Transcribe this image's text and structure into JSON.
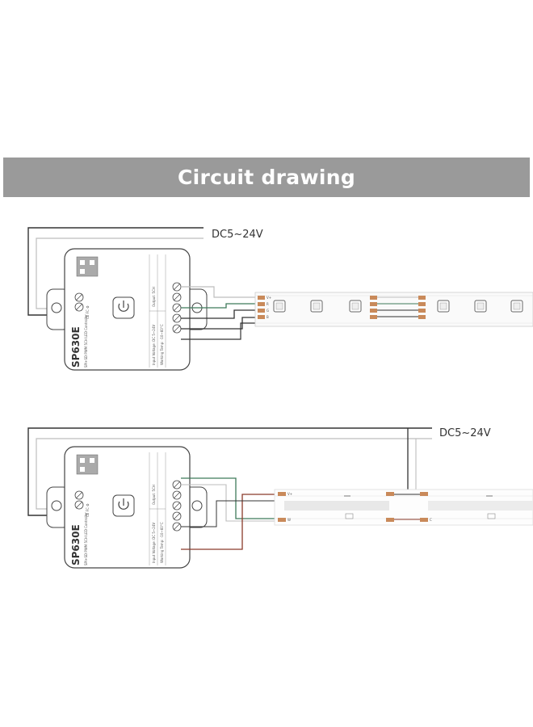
{
  "header": {
    "title": "Circuit drawing"
  },
  "diagrams": [
    {
      "voltage_label": "DC5~24V",
      "model_label": "SP630E",
      "spec_lines": [
        "Input Voltage: DC 5~24V",
        "Output: 5CH",
        "Working Temp: -10~60°C"
      ],
      "terminal_labels": [
        "V+",
        "R",
        "G",
        "B"
      ]
    },
    {
      "voltage_label": "DC5~24V",
      "model_label": "SP630E",
      "spec_lines": [
        "Input Voltage: DC 5~24V",
        "Output: 5CH",
        "Working Temp: -10~60°C"
      ],
      "terminal_labels": [
        "V+",
        "W",
        "C"
      ]
    }
  ],
  "colors": {
    "banner_bg": "#9a9a9a",
    "wire_dark": "#333333",
    "wire_grey": "#bdbdbd",
    "wire_green": "#3f7a5b",
    "wire_red": "#8a3a2a",
    "pad_copper": "#c98a5a"
  }
}
